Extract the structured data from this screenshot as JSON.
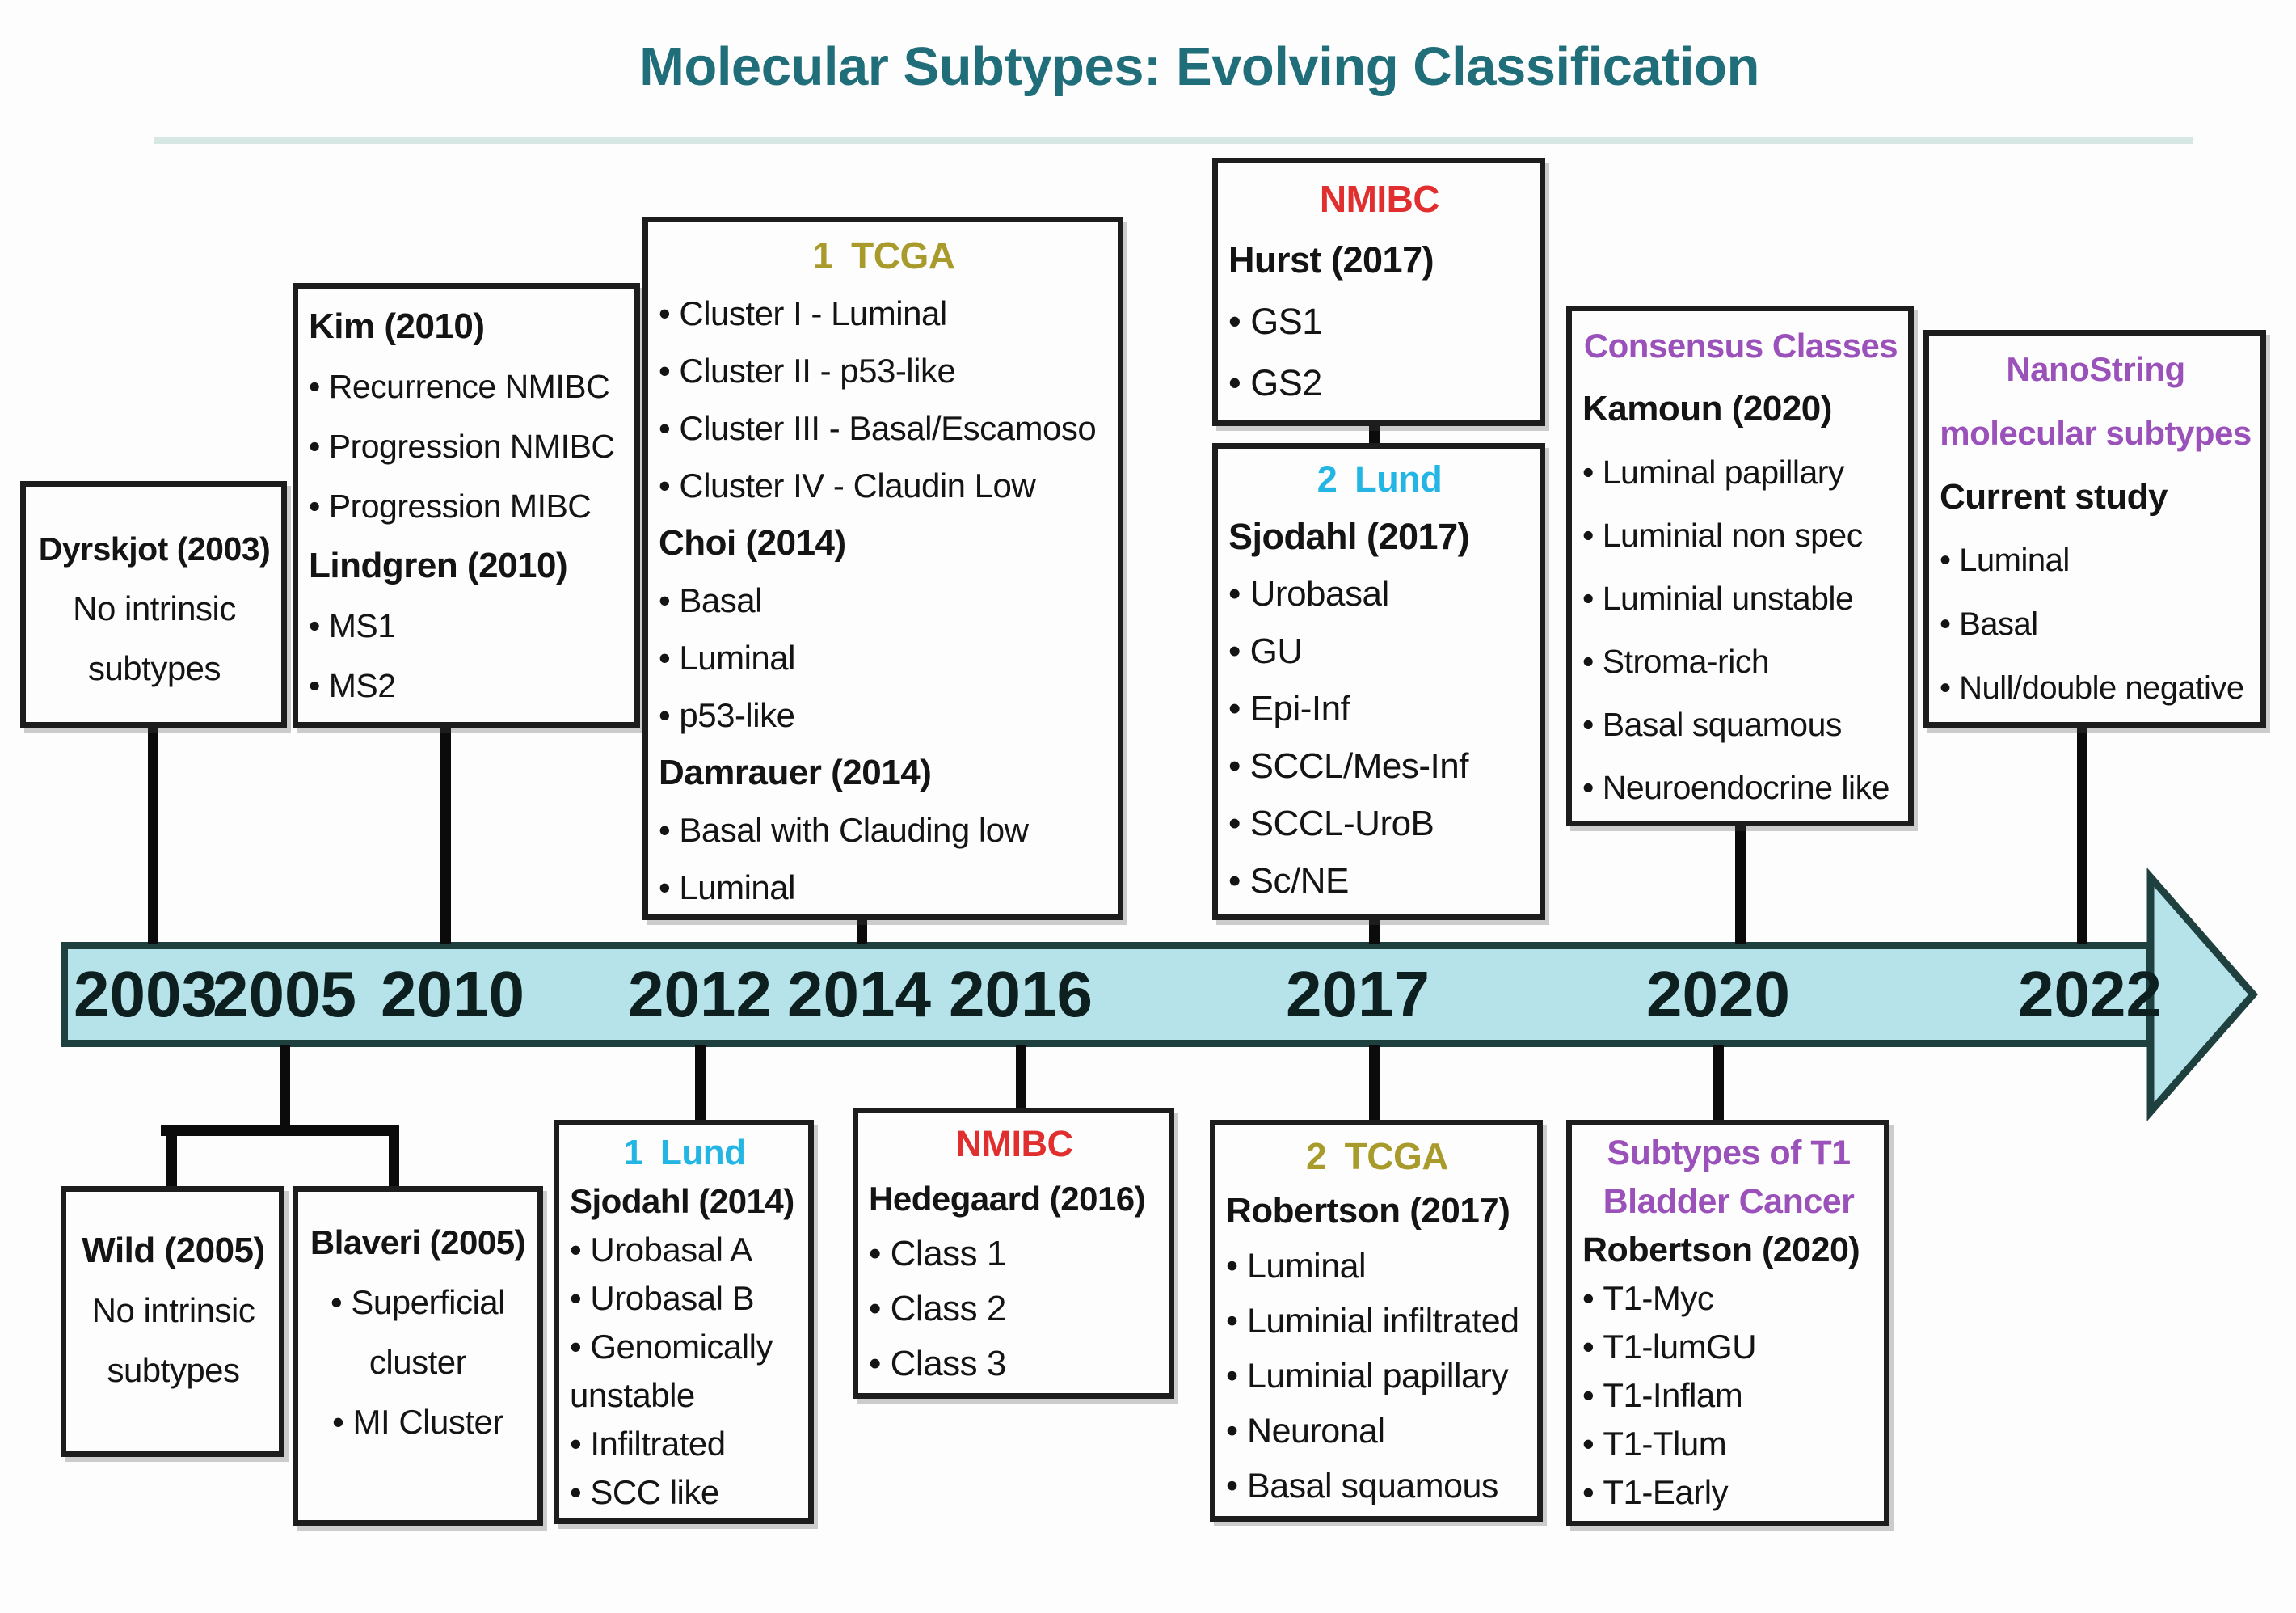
{
  "title": "Molecular Subtypes: Evolving Classification",
  "palette": {
    "title_teal": "#1f6e79",
    "band_fill": "#b5e3e9",
    "band_border": "#1e403f",
    "connector_black": "#0b0b0b",
    "box_border": "#1d1d1d",
    "nmibc_red": "#e12f2f",
    "lund_cyan": "#23b5e3",
    "tcga_olive": "#a89b2c",
    "consensus_purple": "#9b51ba",
    "text": "#141414"
  },
  "timeline": {
    "years": [
      "2003",
      "2005",
      "2010",
      "2012",
      "2014",
      "2016",
      "2017",
      "2020",
      "2022"
    ]
  },
  "boxes": {
    "dyrskjot": {
      "title": "Dyrskjot (2003)",
      "body": "No intrinsic subtypes"
    },
    "kim": {
      "title": "Kim (2010)",
      "items": [
        "Recurrence NMIBC",
        "Progression NMIBC",
        "Progression MIBC"
      ],
      "title2": "Lindgren (2010)",
      "items2": [
        "MS1",
        "MS2"
      ]
    },
    "tcga1": {
      "tag": "1 TCGA",
      "items": [
        "Cluster I - Luminal",
        "Cluster II - p53-like",
        "Cluster III - Basal/Escamoso",
        "Cluster IV - Claudin Low"
      ],
      "title2": "Choi (2014)",
      "items2": [
        "Basal",
        "Luminal",
        "p53-like"
      ],
      "title3": "Damrauer (2014)",
      "items3": [
        "Basal with Clauding low",
        "Luminal"
      ]
    },
    "hurst": {
      "tag": "NMIBC",
      "title": "Hurst (2017)",
      "items": [
        "GS1",
        "GS2"
      ]
    },
    "lund2017": {
      "tag": "2 Lund",
      "title": "Sjodahl (2017)",
      "items": [
        "Urobasal",
        "GU",
        "Epi-Inf",
        "SCCL/Mes-Inf",
        "SCCL-UroB",
        "Sc/NE"
      ]
    },
    "kamoun": {
      "tag": "Consensus Classes",
      "title": "Kamoun (2020)",
      "items": [
        "Luminal papillary",
        "Luminial non spec",
        "Luminial unstable",
        "Stroma-rich",
        "Basal squamous",
        "Neuroendocrine like"
      ]
    },
    "nanostring": {
      "tag": "NanoString molecular subtypes",
      "title": "Current study",
      "items": [
        "Luminal",
        "Basal",
        "Null/double negative"
      ]
    },
    "wild": {
      "title": "Wild (2005)",
      "body": "No intrinsic subtypes"
    },
    "blaveri": {
      "title": "Blaveri (2005)",
      "items": [
        "Superficial cluster",
        "MI Cluster"
      ]
    },
    "lund2014": {
      "tag": "1 Lund",
      "title": "Sjodahl (2014)",
      "items": [
        "Urobasal A",
        "Urobasal B",
        "Genomically unstable",
        "Infiltrated",
        "SCC like"
      ]
    },
    "hedegaard": {
      "tag": "NMIBC",
      "title": "Hedegaard (2016)",
      "items": [
        "Class 1",
        "Class 2",
        "Class 3"
      ]
    },
    "tcga2": {
      "tag": "2 TCGA",
      "title": "Robertson (2017)",
      "items": [
        "Luminal",
        "Luminial infiltrated",
        "Luminial papillary",
        "Neuronal",
        "Basal squamous"
      ]
    },
    "t1": {
      "tag": "Subtypes of T1 Bladder Cancer",
      "title": "Robertson (2020)",
      "items": [
        "T1-Myc",
        "T1-lumGU",
        "T1-Inflam",
        "T1-Tlum",
        "T1-Early"
      ]
    }
  }
}
